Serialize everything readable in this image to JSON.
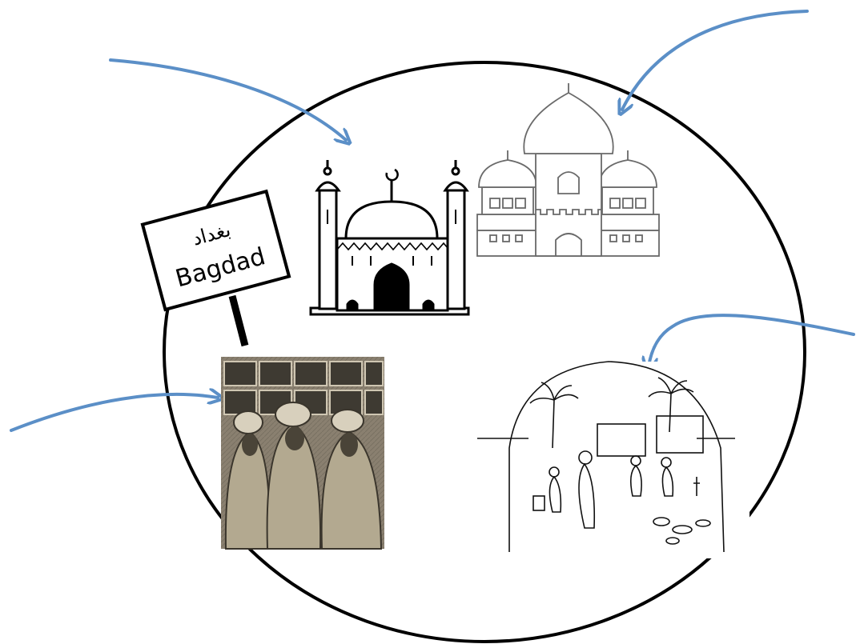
{
  "sign": {
    "arabic": "بغداد",
    "latin": "Bagdad"
  },
  "colors": {
    "arrow": "#5b8fc7",
    "outline": "#000000",
    "background": "#ffffff",
    "manuscript": "#8a8070"
  },
  "icons": [
    "mosque-icon",
    "onion-dome-palace-icon",
    "scholars-manuscript-image",
    "market-street-sketch"
  ]
}
